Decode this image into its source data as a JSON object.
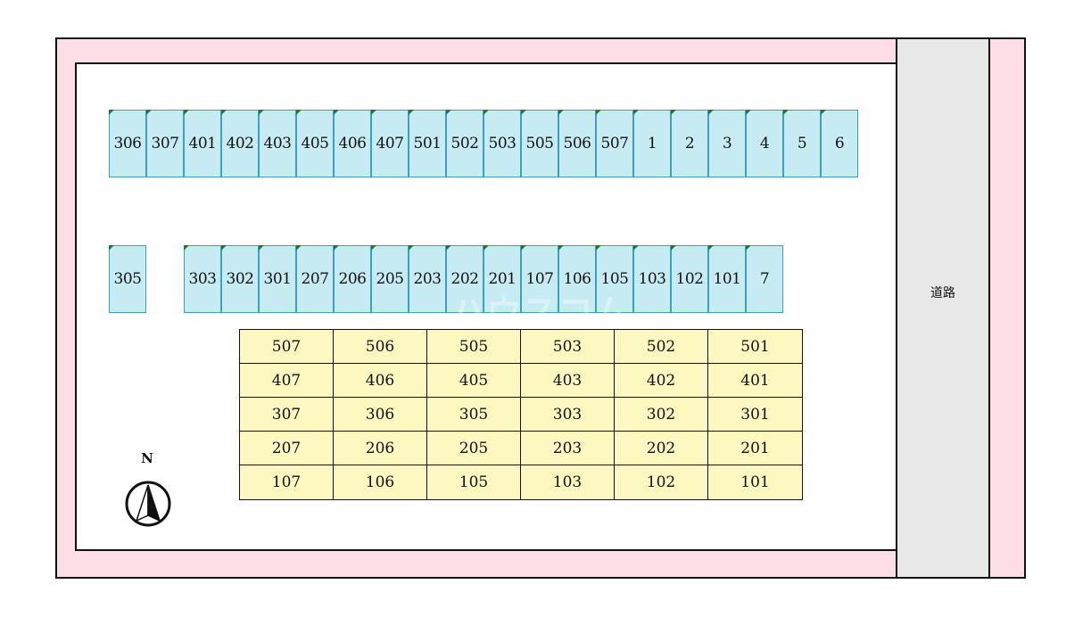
{
  "road": {
    "label": "道路"
  },
  "compass": {
    "label": "N"
  },
  "watermark": "ハウスコム",
  "parking_row_top": [
    "306",
    "307",
    "401",
    "402",
    "403",
    "405",
    "406",
    "407",
    "501",
    "502",
    "503",
    "505",
    "506",
    "507",
    "1",
    "2",
    "3",
    "4",
    "5",
    "6"
  ],
  "parking_row_middle_left": [
    "305"
  ],
  "parking_row_middle": [
    "303",
    "302",
    "301",
    "207",
    "206",
    "205",
    "203",
    "202",
    "201",
    "107",
    "106",
    "105",
    "103",
    "102",
    "101",
    "7"
  ],
  "building_units": [
    [
      "507",
      "506",
      "505",
      "503",
      "502",
      "501"
    ],
    [
      "407",
      "406",
      "405",
      "403",
      "402",
      "401"
    ],
    [
      "307",
      "306",
      "305",
      "303",
      "302",
      "301"
    ],
    [
      "207",
      "206",
      "205",
      "203",
      "202",
      "201"
    ],
    [
      "107",
      "106",
      "105",
      "103",
      "102",
      "101"
    ]
  ],
  "colors": {
    "perimeter": "#fddde6",
    "road": "#e8e8e8",
    "parking_stall": "#c7ebf3",
    "building": "#fdf8c0"
  }
}
